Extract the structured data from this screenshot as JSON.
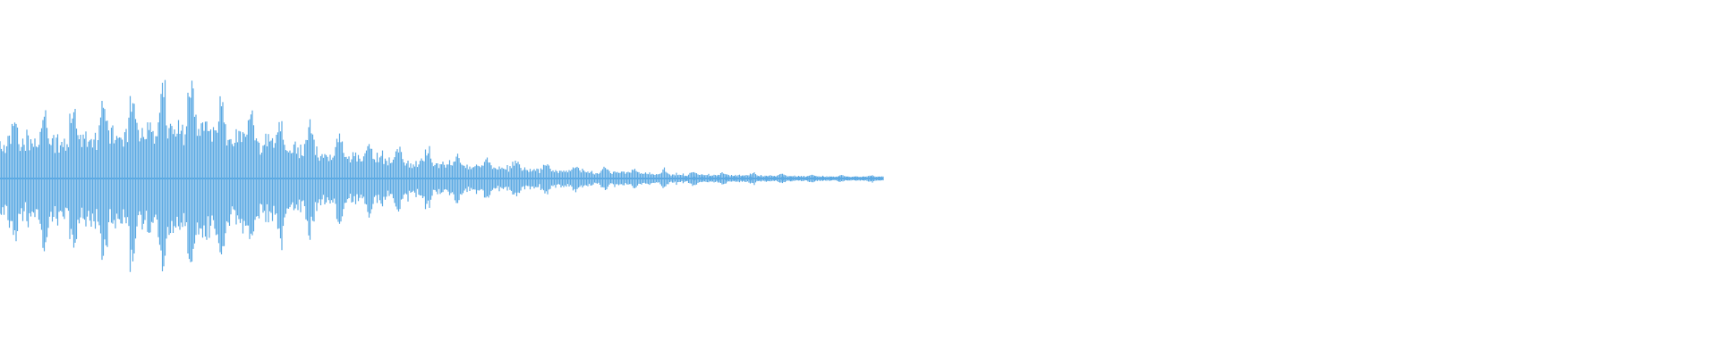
{
  "waveform": {
    "color": "#5DAAE3",
    "background": "#FFFFFF",
    "active_fraction": 0.514,
    "envelope": {
      "attack_peak_fraction": 0.21,
      "decay_shape": "exponential"
    }
  }
}
